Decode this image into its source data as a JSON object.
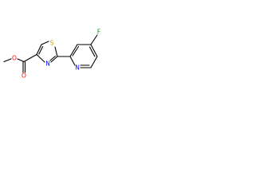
{
  "molecule": {
    "atoms": {
      "ester_o_methyl": {
        "label": "O",
        "color": "#ff0000"
      },
      "carbonyl_o": {
        "label": "O",
        "color": "#ff0000"
      },
      "thiazole_s": {
        "label": "S",
        "color": "#c8a000"
      },
      "thiazole_n": {
        "label": "N",
        "color": "#0000ff"
      },
      "pyridine_n": {
        "label": "N",
        "color": "#0000ff"
      },
      "fluorine": {
        "label": "F",
        "color": "#009900"
      }
    }
  }
}
